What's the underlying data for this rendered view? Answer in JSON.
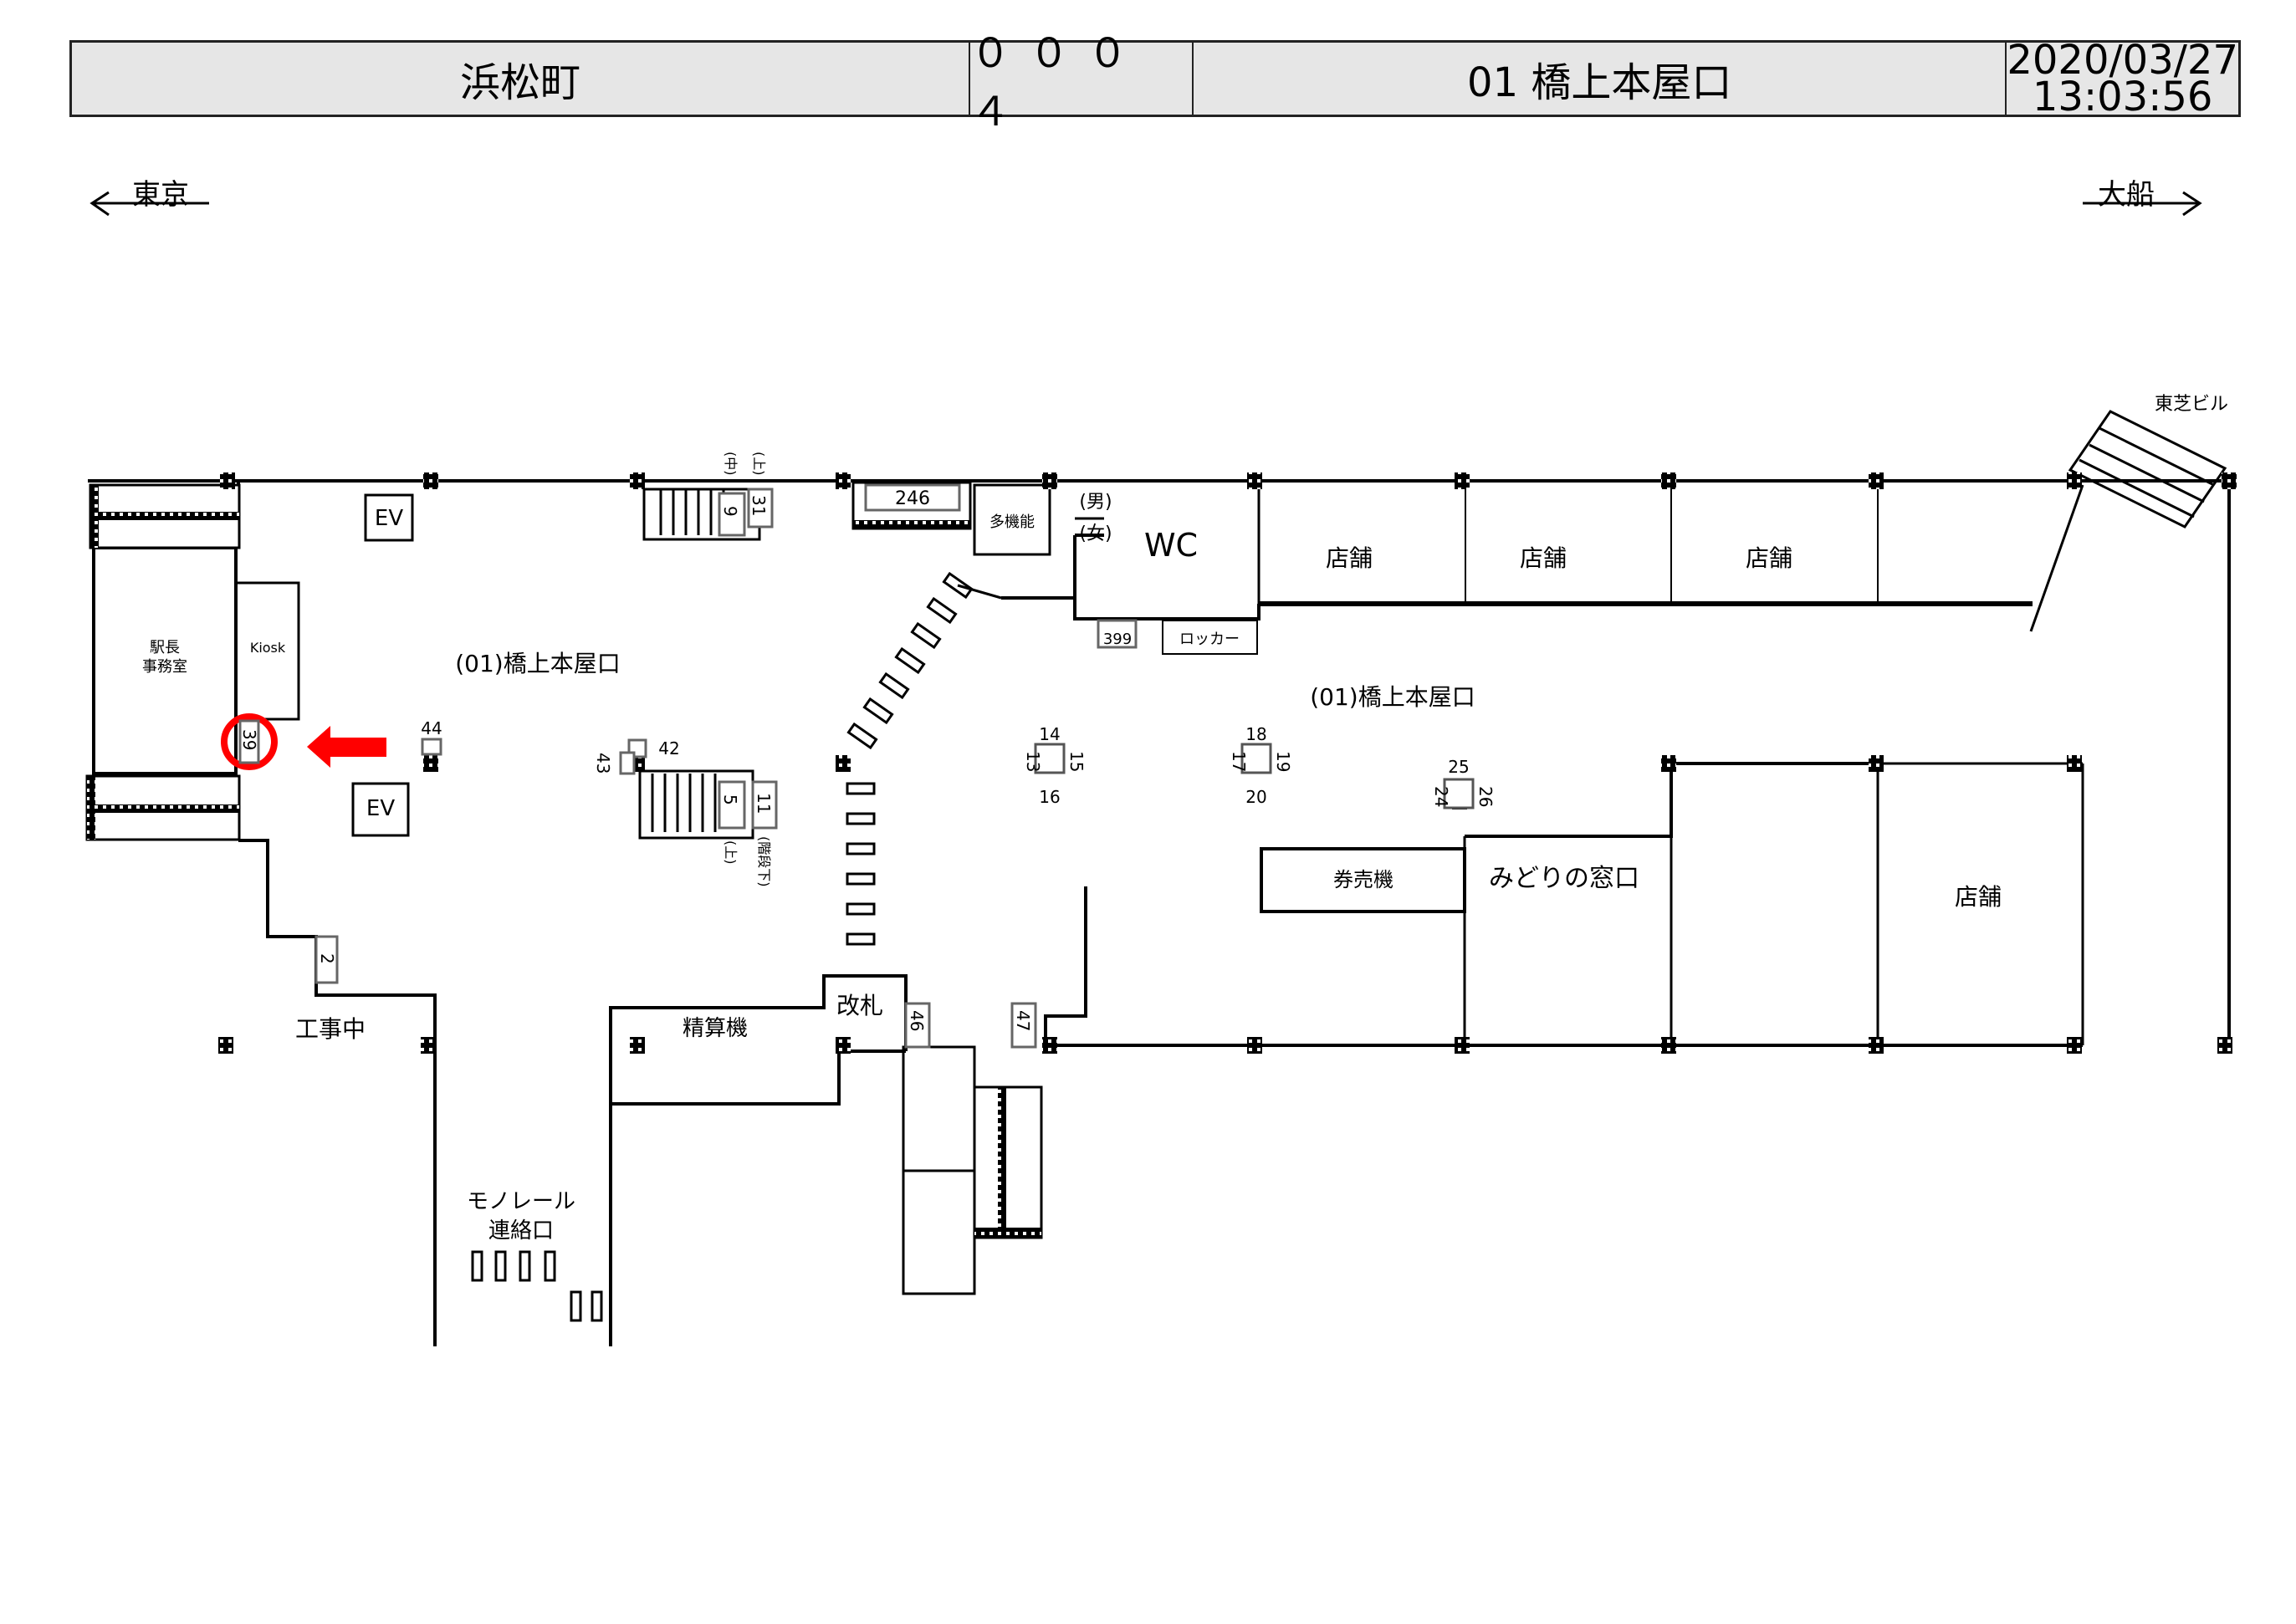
{
  "header": {
    "station_name": "浜松町",
    "station_code": "０００４",
    "exit_name": "01 橋上本屋口",
    "date": "2020/03/27",
    "time": "13:03:56"
  },
  "directions": {
    "left": "東京",
    "right": "大船"
  },
  "facilities": {
    "ev_top": "EV",
    "ev_bottom": "EV",
    "station_master_office_line1": "駅長",
    "station_master_office_line2": "事務室",
    "kiosk": "Kiosk",
    "area_label_left": "(01)橋上本屋口",
    "area_label_right": "(01)橋上本屋口",
    "multi_function": "多機能",
    "toilet_male": "(男)",
    "toilet_female": "(女)",
    "wc": "WC",
    "locker": "ロッカー",
    "shop_1": "店舗",
    "shop_2": "店舗",
    "shop_3": "店舗",
    "shop_4": "店舗",
    "toshiba_building": "東芝ビル",
    "ticket_machine": "券売機",
    "midori_window": "みどりの窓口",
    "fare_adjustment": "精算機",
    "ticket_gate": "改札",
    "under_construction": "工事中",
    "monorail_line1": "モノレール",
    "monorail_line2": "連絡口",
    "stair_top_mid": "(中)",
    "stair_top_up": "(上)",
    "stair_mid_up": "(上)",
    "stair_mid_down": "(階段下)"
  },
  "ad_spots": {
    "highlighted": "39",
    "n2": "2",
    "n5": "5",
    "n9": "9",
    "n11": "11",
    "n13": "13",
    "n14": "14",
    "n15": "15",
    "n16": "16",
    "n17": "17",
    "n18": "18",
    "n19": "19",
    "n20": "20",
    "n24": "24",
    "n25": "25",
    "n26": "26",
    "n31": "31",
    "n42": "42",
    "n43": "43",
    "n44": "44",
    "n46": "46",
    "n47": "47",
    "n246": "246",
    "n399": "399"
  },
  "colors": {
    "highlight": "#ff0000",
    "header_bg": "#e6e6e6",
    "line": "#000000"
  }
}
